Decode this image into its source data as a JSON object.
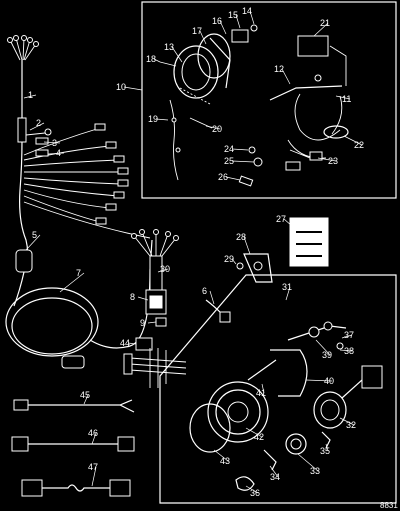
{
  "reference_code": "8831",
  "callouts": [
    "1",
    "2",
    "3",
    "4",
    "5",
    "6",
    "7",
    "8",
    "9",
    "10",
    "11",
    "12",
    "13",
    "14",
    "15",
    "16",
    "17",
    "18",
    "19",
    "20",
    "21",
    "22",
    "23",
    "24",
    "25",
    "26",
    "27",
    "28",
    "29",
    "30",
    "31",
    "32",
    "33",
    "34",
    "35",
    "36",
    "37",
    "38",
    "39",
    "40",
    "41",
    "42",
    "43",
    "44",
    "45",
    "46",
    "47"
  ]
}
